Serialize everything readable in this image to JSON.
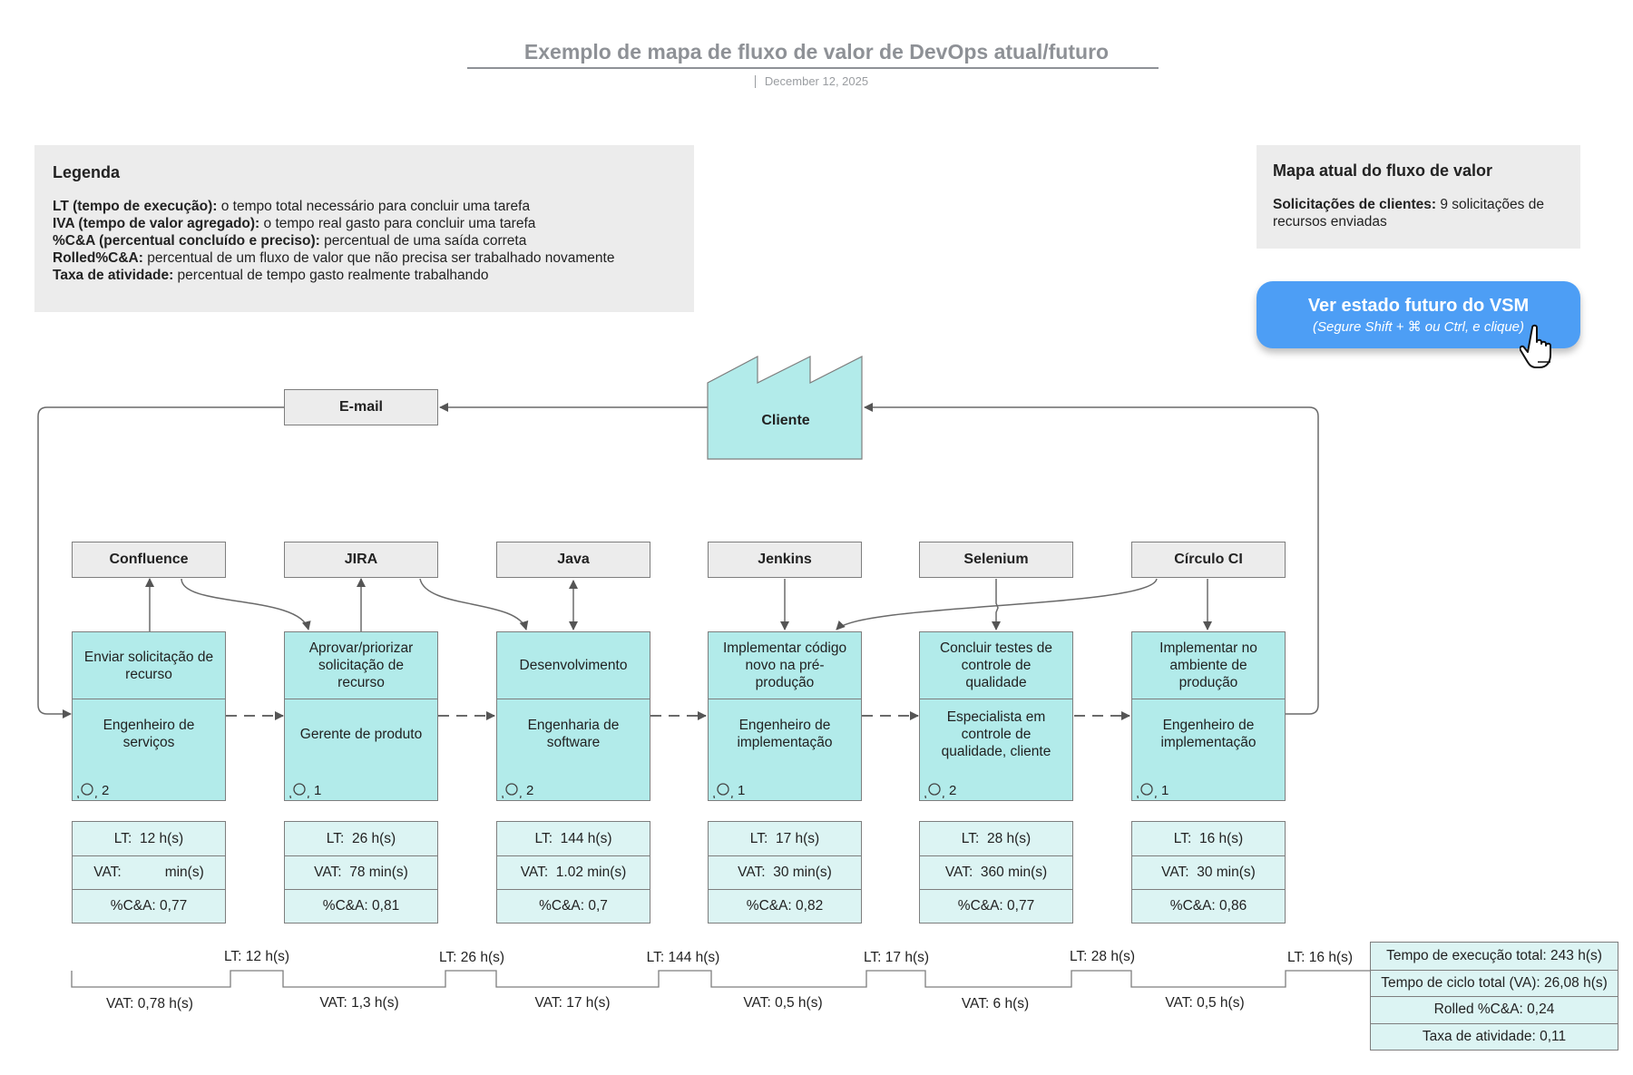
{
  "header": {
    "title": "Exemplo de mapa de fluxo de valor de DevOps atual/futuro",
    "date": "December 12, 2025"
  },
  "legend": {
    "title": "Legenda",
    "items": [
      {
        "term": "LT (tempo de execução):",
        "desc": " o tempo total necessário para concluir uma tarefa"
      },
      {
        "term": "IVA (tempo de valor agregado):",
        "desc": " o tempo real gasto para concluir uma tarefa"
      },
      {
        "term": "%C&A (percentual concluído e preciso):",
        "desc": " percentual de uma saída correta"
      },
      {
        "term": "Rolled%C&A:",
        "desc": " percentual de um fluxo de valor que não precisa ser trabalhado novamente"
      },
      {
        "term": "Taxa de atividade:",
        "desc": " percentual de tempo gasto realmente trabalhando"
      }
    ]
  },
  "current_map": {
    "title": "Mapa atual do fluxo de valor",
    "label": "Solicitações de clientes:",
    "text": " 9 solicitações de recursos enviadas"
  },
  "future_button": {
    "label": "Ver estado futuro do VSM",
    "hint": "(Segure Shift + ⌘ ou Ctrl, e clique)"
  },
  "email": "E-mail",
  "customer": "Cliente",
  "tools": [
    "Confluence",
    "JIRA",
    "Java",
    "Jenkins",
    "Selenium",
    "Círculo CI"
  ],
  "processes": [
    {
      "name": "Enviar solicitação de recurso",
      "role": "Engenheiro de serviços",
      "operators": "2",
      "lt_label": "LT:",
      "lt": "12 h(s)",
      "vat_label": "VAT:",
      "vat": "min(s)",
      "ca": "%C&A: 0,77"
    },
    {
      "name": "Aprovar/priorizar solicitação de recurso",
      "role": "Gerente de produto",
      "operators": "1",
      "lt_label": "LT:",
      "lt": "26 h(s)",
      "vat_label": "VAT:",
      "vat": "78 min(s)",
      "ca": "%C&A: 0,81"
    },
    {
      "name": "Desenvolvimento",
      "role": "Engenharia de software",
      "operators": "2",
      "lt_label": "LT:",
      "lt": "144 h(s)",
      "vat_label": "VAT:",
      "vat": "1.02 min(s)",
      "ca": "%C&A: 0,7"
    },
    {
      "name": "Implementar código novo na pré-produção",
      "role": "Engenheiro de implementação",
      "operators": "1",
      "lt_label": "LT:",
      "lt": "17 h(s)",
      "vat_label": "VAT:",
      "vat": "30 min(s)",
      "ca": "%C&A: 0,82"
    },
    {
      "name": "Concluir testes de controle de qualidade",
      "role": "Especialista em controle de qualidade, cliente",
      "operators": "2",
      "lt_label": "LT:",
      "lt": "28 h(s)",
      "vat_label": "VAT:",
      "vat": "360 min(s)",
      "ca": "%C&A: 0,77"
    },
    {
      "name": "Implementar no ambiente de produção",
      "role": "Engenheiro de implementação",
      "operators": "1",
      "lt_label": "LT:",
      "lt": "16 h(s)",
      "vat_label": "VAT:",
      "vat": "30 min(s)",
      "ca": "%C&A: 0,86"
    }
  ],
  "timeline": {
    "lt": [
      "LT: 12 h(s)",
      "LT: 26 h(s)",
      "LT: 144 h(s)",
      "LT: 17 h(s)",
      "LT: 28 h(s)",
      "LT: 16 h(s)"
    ],
    "vat": [
      "VAT:  0,78 h(s)",
      "VAT:  1,3 h(s)",
      "VAT:  17 h(s)",
      "VAT:  0,5 h(s)",
      "VAT:  6 h(s)",
      "VAT:  0,5 h(s)"
    ]
  },
  "summary": {
    "total_lt": "Tempo de execução total: 243 h(s)",
    "total_cycle": "Tempo de ciclo total (VA): 26,08 h(s)",
    "rolled": "Rolled %C&A: 0,24",
    "activity": "Taxa de atividade: 0,11"
  },
  "colors": {
    "process_fill": "#b2ebea",
    "metrics_fill": "#dcf4f3",
    "panel_fill": "#ececec",
    "button_blue": "#4d9ef5",
    "title_gray": "#8e9196"
  }
}
